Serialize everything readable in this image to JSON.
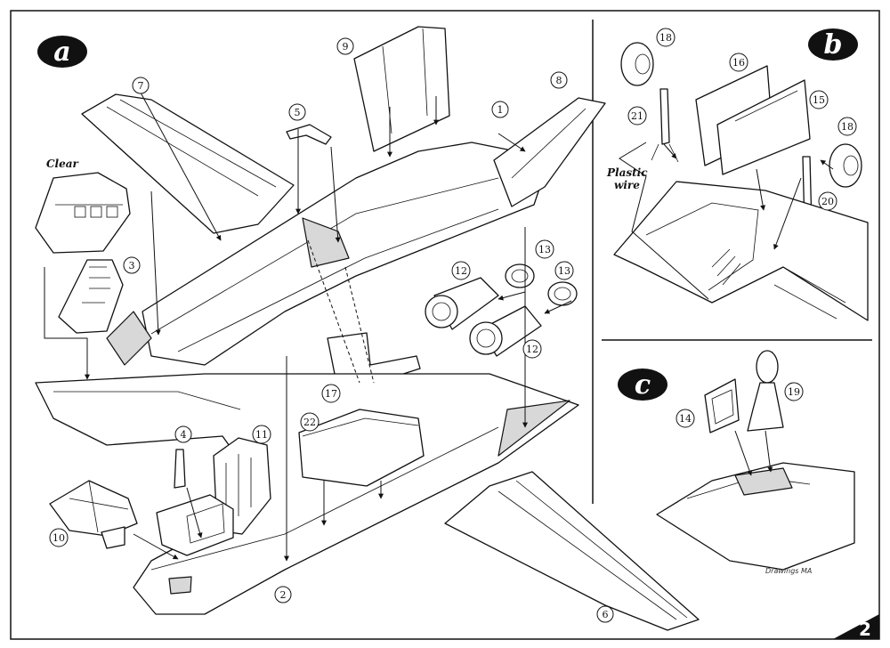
{
  "page_number": "2",
  "credit": "Drawings MA",
  "panels": [
    {
      "letter": "a"
    },
    {
      "letter": "b"
    },
    {
      "letter": "c"
    }
  ],
  "notes": {
    "clear": "Clear",
    "plastic_wire_line1": "Plastic",
    "plastic_wire_line2": "wire"
  },
  "part_numbers": {
    "p1": "1",
    "p2": "2",
    "p3": "3",
    "p4": "4",
    "p5": "5",
    "p6": "6",
    "p7": "7",
    "p8": "8",
    "p9": "9",
    "p10": "10",
    "p11": "11",
    "p12a": "12",
    "p12b": "12",
    "p13a": "13",
    "p13b": "13",
    "p14": "14",
    "p15": "15",
    "p16": "16",
    "p17": "17",
    "p18a": "18",
    "p18b": "18",
    "p19": "19",
    "p20": "20",
    "p21": "21",
    "p22": "22"
  },
  "colors": {
    "ink": "#111111",
    "paper": "#ffffff",
    "shade": "#d8d8d8"
  }
}
